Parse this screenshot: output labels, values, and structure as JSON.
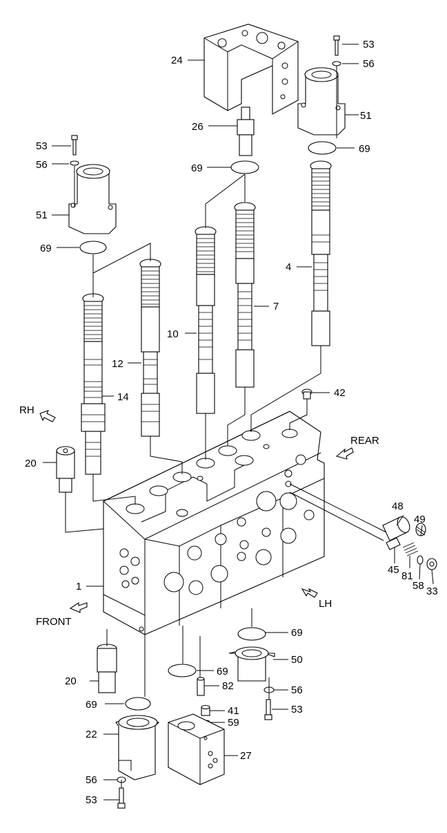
{
  "labels": {
    "p1": "1",
    "p4": "4",
    "p7": "7",
    "p10": "10",
    "p12": "12",
    "p14": "14",
    "p20a": "20",
    "p20b": "20",
    "p22": "22",
    "p24": "24",
    "p26": "26",
    "p27": "27",
    "p33": "33",
    "p41": "41",
    "p42": "42",
    "p45": "45",
    "p48": "48",
    "p49": "49",
    "p50": "50",
    "p51a": "51",
    "p51b": "51",
    "p53a": "53",
    "p53b": "53",
    "p53c": "53",
    "p53d": "53",
    "p56a": "56",
    "p56b": "56",
    "p56c": "56",
    "p56d": "56",
    "p58": "58",
    "p59": "59",
    "p69a": "69",
    "p69b": "69",
    "p69c": "69",
    "p69d": "69",
    "p69e": "69",
    "p69f": "69",
    "p81": "81",
    "p82": "82"
  },
  "directions": {
    "rh": "RH",
    "rear": "REAR",
    "lh": "LH",
    "front": "FRONT"
  }
}
